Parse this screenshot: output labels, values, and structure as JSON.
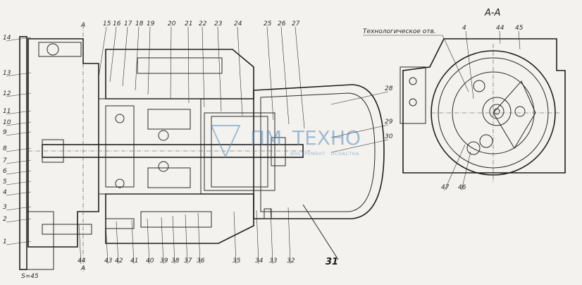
{
  "section_title": "А-А",
  "section_marker": "А",
  "tech_hole_label": "Технологическое отв.",
  "dimension_label": "S=45",
  "watermark": {
    "brand_a": "ПМ",
    "brand_b": "ТЕХНО",
    "tagline": "ИНСТРУМЕНТ · ОСНАСТКА"
  },
  "top_callouts": [
    "15",
    "16",
    "17",
    "18",
    "19",
    "20",
    "21",
    "22",
    "23",
    "24",
    "25",
    "26",
    "27"
  ],
  "left_callouts": [
    "14",
    "13",
    "12",
    "11",
    "10",
    "9",
    "8",
    "7",
    "6",
    "5",
    "4",
    "3",
    "2",
    "1"
  ],
  "right_callouts": [
    "28",
    "29",
    "30"
  ],
  "bottom_callouts": [
    "44",
    "43",
    "42",
    "41",
    "40",
    "39",
    "38",
    "37",
    "36",
    "35",
    "34",
    "33",
    "32"
  ],
  "emphasis_callout": "31",
  "section_callouts": [
    "4",
    "44",
    "45",
    "47",
    "46"
  ],
  "colors": {
    "ink": "#2b2b2b",
    "paper": "#f4f2ee",
    "hatch": "#444444",
    "watermark": "#5a8fc0"
  }
}
